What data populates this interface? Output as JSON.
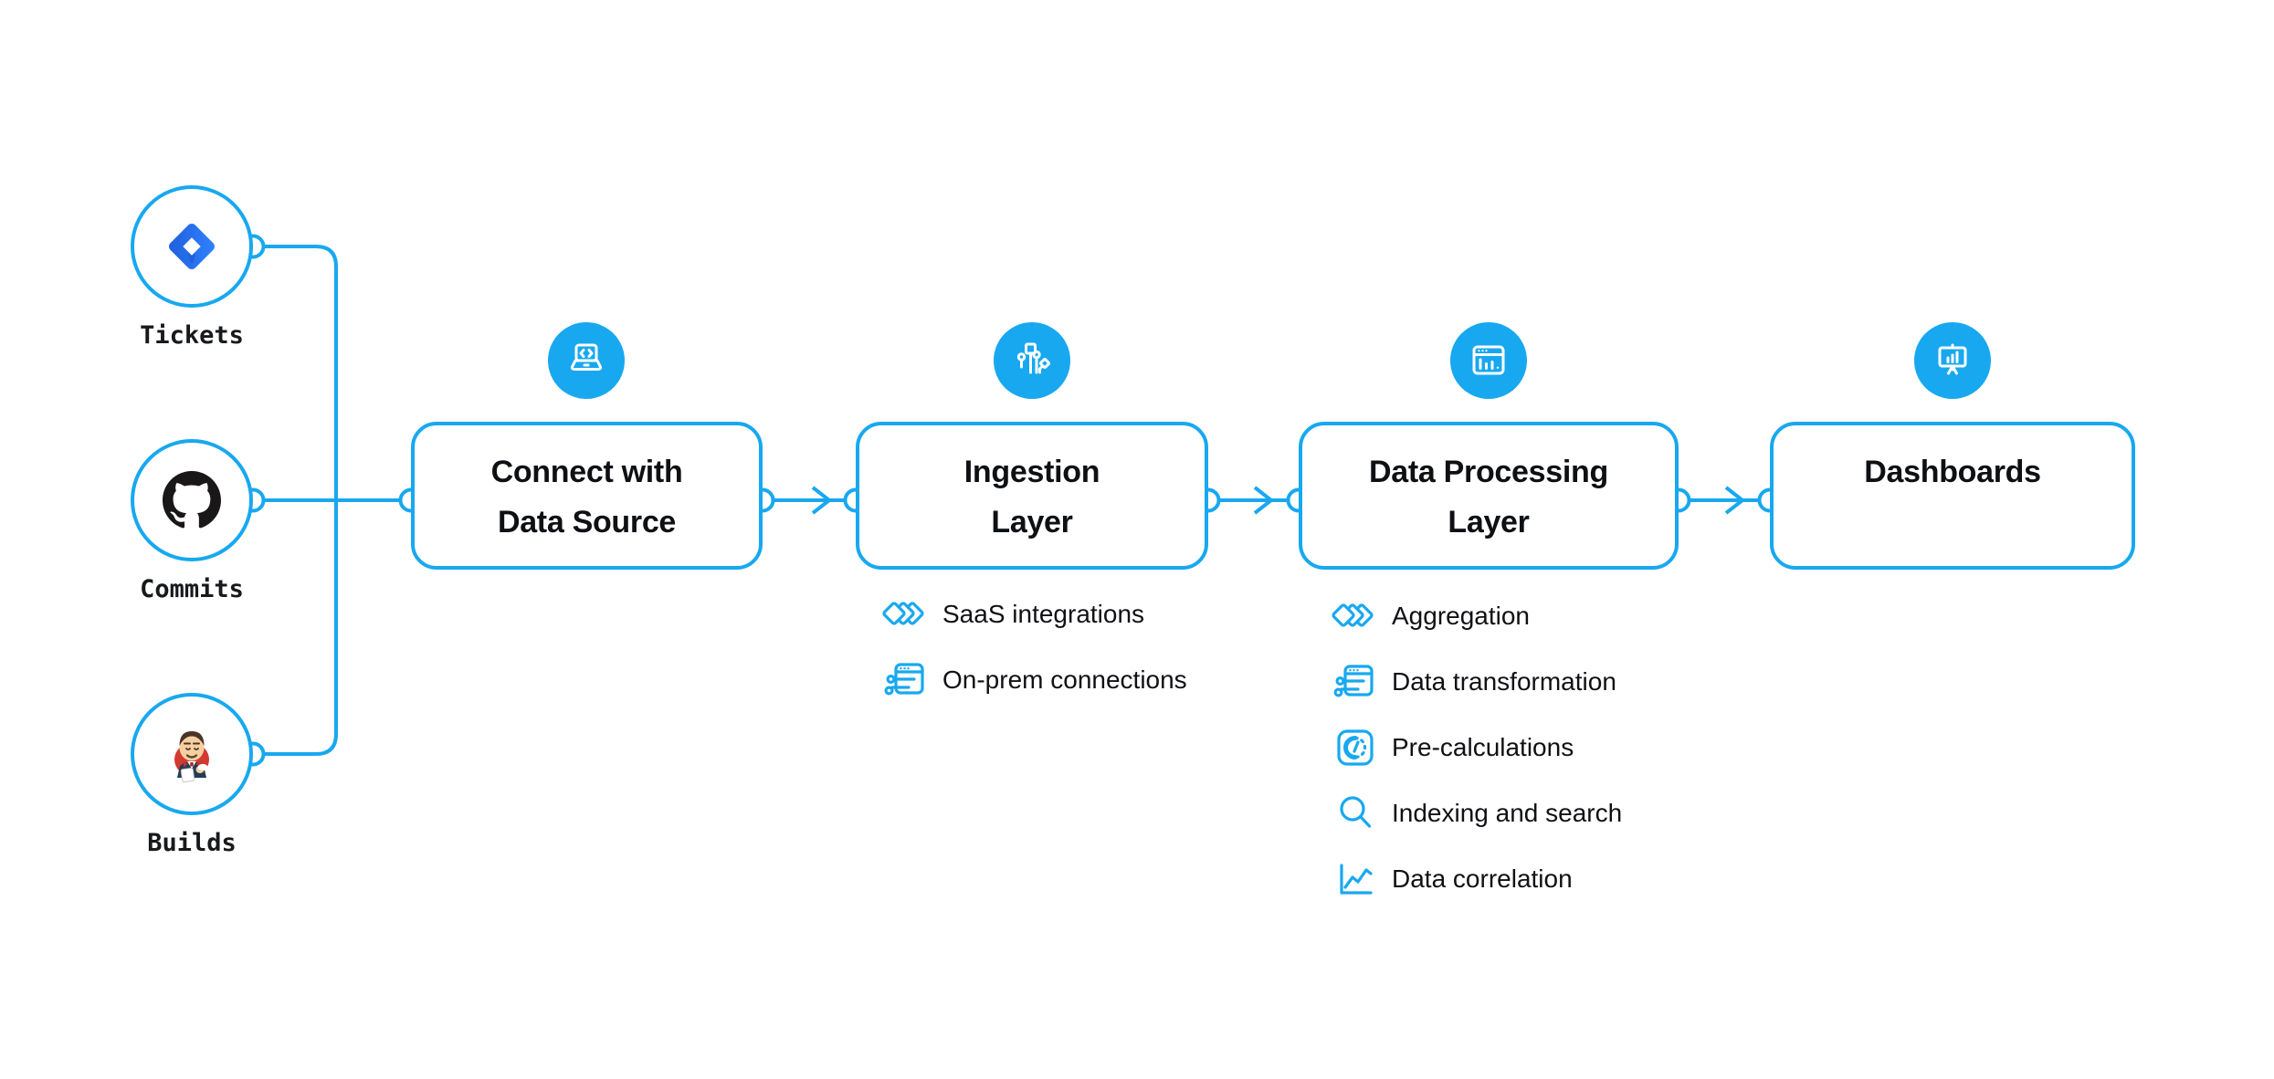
{
  "diagram": {
    "accent_color": "#18a8f0",
    "line_color": "#18a8f0",
    "background_color": "#ffffff",
    "text_color": "#111417"
  },
  "sources": [
    {
      "label": "Tickets",
      "icon": "jira-icon"
    },
    {
      "label": "Commits",
      "icon": "github-icon"
    },
    {
      "label": "Builds",
      "icon": "jenkins-icon"
    }
  ],
  "stages": [
    {
      "title": "Connect with Data Source",
      "lines": [
        "Connect with",
        "Data Source"
      ],
      "icon": "laptop-code-icon",
      "items": []
    },
    {
      "title": "Ingestion Layer",
      "lines": [
        "Ingestion",
        "Layer"
      ],
      "icon": "circuit-branches-icon",
      "items": [
        {
          "icon": "triple-diamonds-icon",
          "label": "SaaS integrations"
        },
        {
          "icon": "window-sliders-icon",
          "label": "On-prem connections"
        }
      ]
    },
    {
      "title": "Data Processing Layer",
      "lines": [
        "Data Processing",
        "Layer"
      ],
      "icon": "window-bar-chart-icon",
      "items": [
        {
          "icon": "triple-diamonds-icon",
          "label": "Aggregation"
        },
        {
          "icon": "window-sliders-icon",
          "label": "Data transformation"
        },
        {
          "icon": "gauge-icon",
          "label": "Pre-calculations"
        },
        {
          "icon": "search-icon",
          "label": "Indexing and search"
        },
        {
          "icon": "line-chart-icon",
          "label": "Data correlation"
        }
      ]
    },
    {
      "title": "Dashboards",
      "lines": [
        "Dashboards"
      ],
      "icon": "presentation-chart-icon",
      "items": []
    }
  ]
}
